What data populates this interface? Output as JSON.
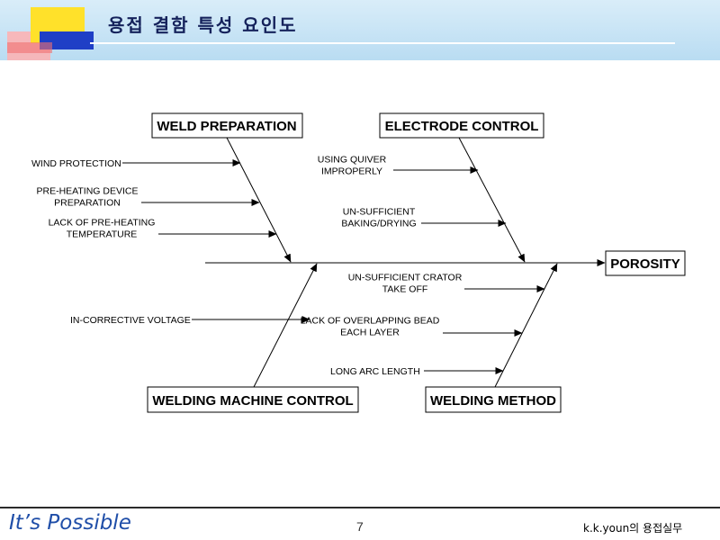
{
  "header": {
    "title": "용접 결함 특성 요인도"
  },
  "diagram": {
    "effect": "POROSITY",
    "categories": {
      "weld_preparation": {
        "label": "WELD PREPARATION",
        "causes": [
          "WIND PROTECTION",
          "PRE-HEATING DEVICE\nPREPARATION",
          "LACK OF PRE-HEATING\nTEMPERATURE"
        ]
      },
      "electrode_control": {
        "label": "ELECTRODE CONTROL",
        "causes": [
          "USING QUIVER\nIMPROPERLY",
          "UN-SUFFICIENT\nBAKING/DRYING"
        ]
      },
      "welding_machine_control": {
        "label": "WELDING MACHINE CONTROL",
        "causes": [
          "IN-CORRECTIVE VOLTAGE"
        ]
      },
      "welding_method": {
        "label": "WELDING METHOD",
        "causes": [
          "UN-SUFFICIENT CRATOR\nTAKE OFF",
          "LACK OF OVERLAPPING BEAD\nEACH LAYER",
          "LONG ARC LENGTH"
        ]
      }
    }
  },
  "footer": {
    "brand": "It’s Possible",
    "page_number": "7",
    "author": "k.k.youn의  용접실무"
  }
}
